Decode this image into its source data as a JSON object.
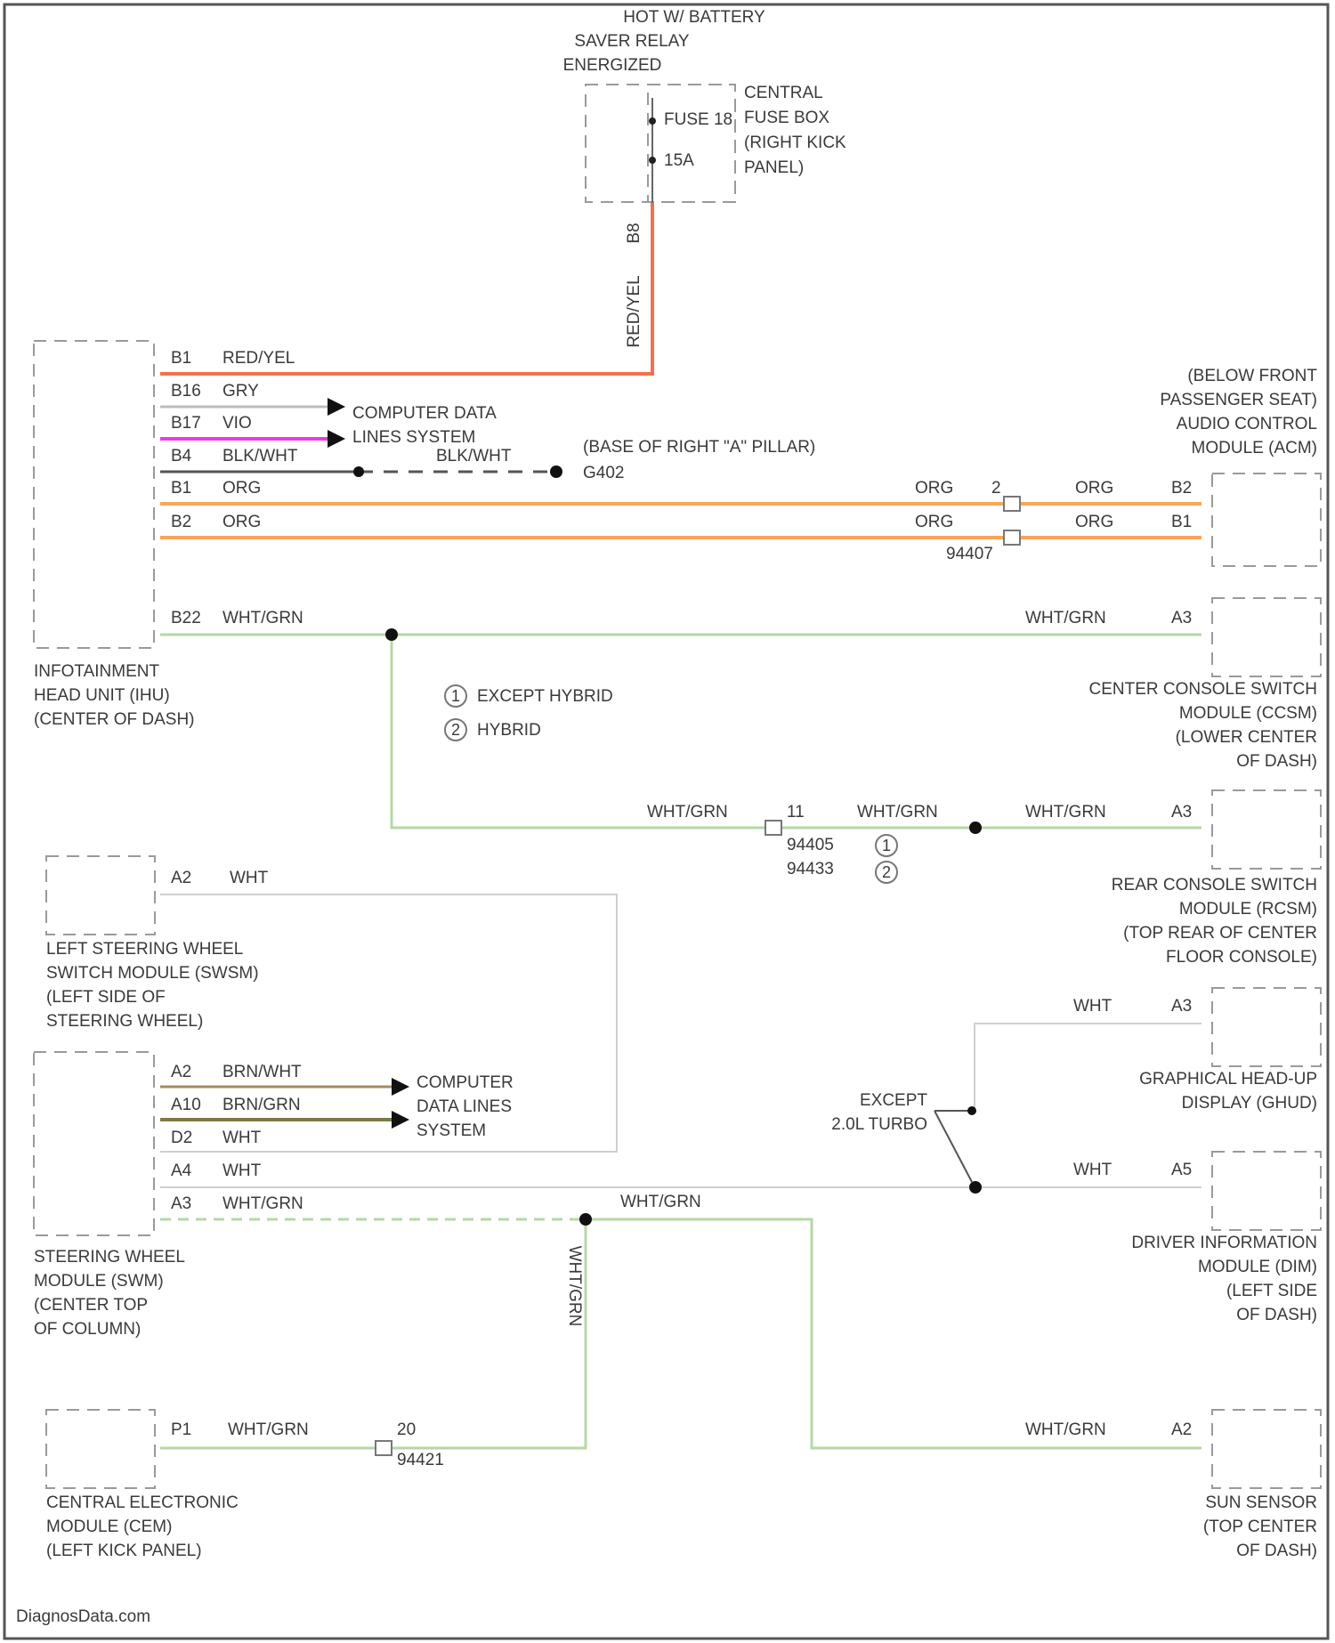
{
  "colors": {
    "red_yel": "#f4704a",
    "gry": "#bcbcbc",
    "vio": "#f03ae0",
    "blk_wht": "#555555",
    "org": "#f7a65a",
    "wht_grn": "#b5d8a3",
    "wht": "#cfcfcf",
    "brn_wht": "#a8895f",
    "brn_grn": "#7d7b44",
    "frame": "#555555"
  },
  "relay": {
    "title": [
      "HOT W/ BATTERY",
      "SAVER RELAY",
      "ENERGIZED"
    ],
    "fuse_box": [
      "CENTRAL",
      "FUSE BOX",
      "(RIGHT KICK",
      "PANEL)"
    ],
    "fuse_label": "FUSE 18",
    "fuse_rating": "15A",
    "pin": "B8",
    "wire": "RED/YEL"
  },
  "head_unit": {
    "name": [
      "INFOTAINMENT",
      "HEAD UNIT (IHU)",
      "(CENTER OF DASH)"
    ],
    "pins": [
      {
        "pin": "B1",
        "wire": "RED/YEL"
      },
      {
        "pin": "B16",
        "wire": "GRY"
      },
      {
        "pin": "B17",
        "wire": "VIO"
      },
      {
        "pin": "B4",
        "wire": "BLK/WHT"
      },
      {
        "pin": "B1",
        "wire": "ORG"
      },
      {
        "pin": "B2",
        "wire": "ORG"
      },
      {
        "pin": "B22",
        "wire": "WHT/GRN"
      }
    ]
  },
  "data_lines_1": [
    "COMPUTER DATA",
    "LINES SYSTEM"
  ],
  "ground": {
    "location": "(BASE OF RIGHT \"A\" PILLAR)",
    "wire": "BLK/WHT",
    "id": "G402"
  },
  "org_run": {
    "wire": "ORG",
    "connector_pin": "2",
    "connector": "94407"
  },
  "acm": {
    "name": [
      "(BELOW FRONT",
      "PASSENGER SEAT)",
      "AUDIO CONTROL",
      "MODULE (ACM)"
    ],
    "pins": [
      "B2",
      "B1"
    ]
  },
  "ccsm": {
    "name": [
      "CENTER CONSOLE SWITCH",
      "MODULE (CCSM)",
      "(LOWER CENTER",
      "OF DASH)"
    ],
    "wire": "WHT/GRN",
    "pin": "A3"
  },
  "legend": [
    {
      "mark": "1",
      "text": "EXCEPT HYBRID"
    },
    {
      "mark": "2",
      "text": "HYBRID"
    }
  ],
  "rcsm_run": {
    "wire": "WHT/GRN",
    "connector_pin": "11",
    "connectors": [
      "94405",
      "94433"
    ],
    "marks": [
      "1",
      "2"
    ]
  },
  "rcsm": {
    "name": [
      "REAR CONSOLE SWITCH",
      "MODULE (RCSM)",
      "(TOP REAR OF CENTER",
      "FLOOR CONSOLE)"
    ],
    "wire": "WHT/GRN",
    "pin": "A3"
  },
  "lswm": {
    "name": [
      "LEFT STEERING WHEEL",
      "SWITCH MODULE (SWSM)",
      "(LEFT SIDE OF",
      "STEERING WHEEL)"
    ],
    "pin": "A2",
    "wire": "WHT"
  },
  "swm": {
    "name": [
      "STEERING WHEEL",
      "MODULE (SWM)",
      "(CENTER TOP",
      "OF COLUMN)"
    ],
    "pins": [
      {
        "pin": "A2",
        "wire": "BRN/WHT"
      },
      {
        "pin": "A10",
        "wire": "BRN/GRN"
      },
      {
        "pin": "D2",
        "wire": "WHT"
      },
      {
        "pin": "A4",
        "wire": "WHT"
      },
      {
        "pin": "A3",
        "wire": "WHT/GRN"
      }
    ]
  },
  "data_lines_2": [
    "COMPUTER",
    "DATA LINES",
    "SYSTEM"
  ],
  "ghud": {
    "name": [
      "GRAPHICAL HEAD-UP",
      "DISPLAY (GHUD)"
    ],
    "wire": "WHT",
    "pin": "A3"
  },
  "option": [
    "EXCEPT",
    "2.0L TURBO"
  ],
  "dim": {
    "name": [
      "DRIVER INFORMATION",
      "MODULE (DIM)",
      "(LEFT SIDE",
      "OF DASH)"
    ],
    "wire": "WHT",
    "pin": "A5"
  },
  "splice_wire": "WHT/GRN",
  "cem": {
    "name": [
      "CENTRAL ELECTRONIC",
      "MODULE (CEM)",
      "(LEFT KICK PANEL)"
    ],
    "pin": "P1",
    "wire": "WHT/GRN"
  },
  "cem_run": {
    "connector_pin": "20",
    "connector": "94421"
  },
  "sun": {
    "name": [
      "SUN SENSOR",
      "(TOP CENTER",
      "OF DASH)"
    ],
    "wire": "WHT/GRN",
    "pin": "A2"
  },
  "watermark": "DiagnosData.com"
}
